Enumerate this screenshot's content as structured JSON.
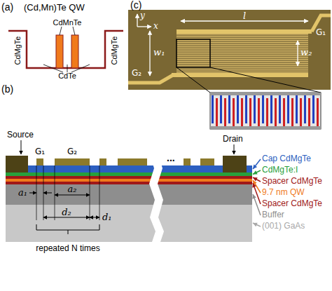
{
  "diagram": {
    "labels": [
      "(a)",
      "(Cd,Mn)Te QW",
      "CdMnTe",
      "CdMgTe",
      "CdMgTe",
      "CdTe",
      "(c)",
      "y",
      "x",
      "l",
      "w₁",
      "w₂",
      "G₁",
      "G₂",
      "(b)",
      "Source",
      "Drain",
      "G₁",
      "G₂",
      "a₁",
      "a₂",
      "d₂",
      "d₁",
      "repeated N times",
      "..."
    ],
    "legend": [
      {
        "text": "Cap CdMgTe",
        "color": "#2c5fc0"
      },
      {
        "text": "CdMgTe:I",
        "color": "#27a03c"
      },
      {
        "text": "Spacer CdMgTe",
        "color": "#a01818"
      },
      {
        "text": "9.7 nm QW",
        "color": "#f07a1c"
      },
      {
        "text": "Spacer CdMgTe",
        "color": "#a01818"
      },
      {
        "text": "Buffer",
        "color": "#8e8e8e"
      },
      {
        "text": "(001) GaAs",
        "color": "#a8a8a8"
      }
    ]
  }
}
